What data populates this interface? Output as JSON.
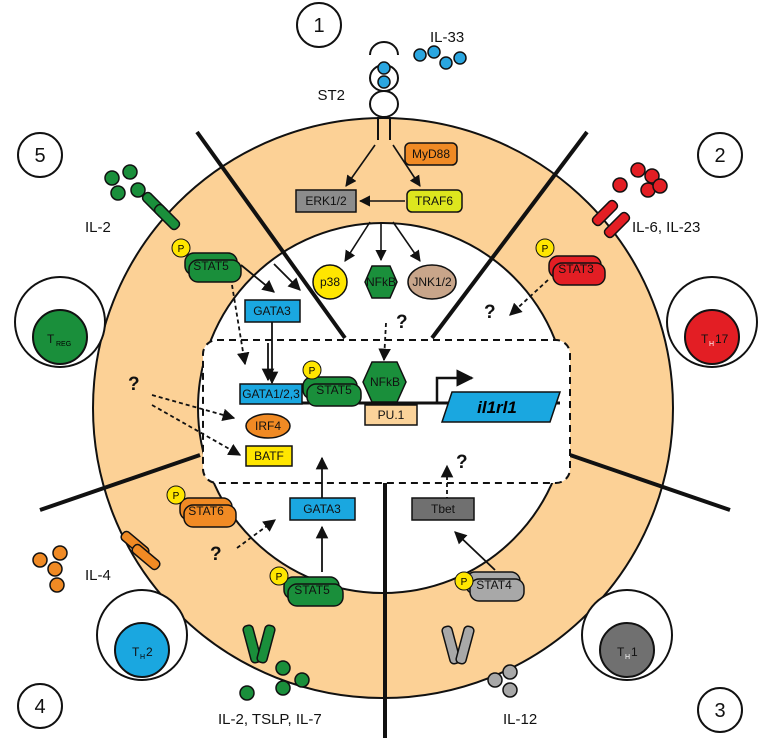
{
  "sections": [
    {
      "number": "1",
      "ligand": "IL-33",
      "receptor": "ST2"
    },
    {
      "number": "2",
      "ligand": "IL-6, IL-23",
      "tf": "STAT3",
      "cell": "17"
    },
    {
      "number": "3",
      "ligand": "IL-12",
      "tf": "STAT4",
      "cell": "1"
    },
    {
      "number": "4",
      "ligand": "IL-2, TSLP, IL-7",
      "tf": "STAT5",
      "cell": "2"
    },
    {
      "number": "5",
      "ligand": "IL-2",
      "tf": "STAT5",
      "cell": "REG"
    }
  ],
  "il4": {
    "ligand": "IL-4",
    "tf": "STAT6"
  },
  "cells": {
    "th_T": "T",
    "th_H": "H"
  },
  "signaling": {
    "myd88": "MyD88",
    "erk": "ERK1/2",
    "traf6": "TRAF6",
    "p38": "p38",
    "nfkb": "NFkB",
    "jnk": "JNK1/2",
    "gata3": "GATA3",
    "gata123": "GATA1/2,3",
    "pu1": "PU.1",
    "irf4": "IRF4",
    "batf": "BATF",
    "tbet": "Tbet",
    "p": "P",
    "unknown": "?",
    "gene": "il1rl1"
  },
  "colors": {
    "ring": "#fcd196",
    "green": "#1a8f3b",
    "red": "#e31e24",
    "orange": "#f08a24",
    "blue": "#1aa7e0",
    "gray": "#8c8c8c",
    "yellow": "#ffe600",
    "lime": "#dde61e",
    "peach": "#fbd39a",
    "ligand_blue": "#2aa6e0"
  }
}
